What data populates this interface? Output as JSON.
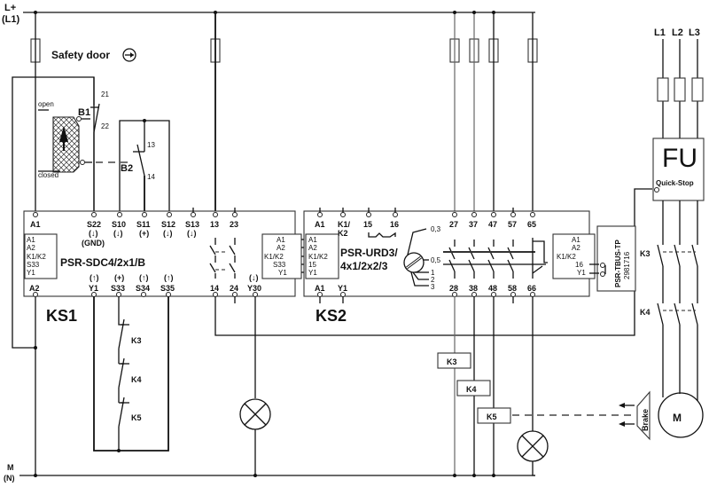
{
  "supply": {
    "positive": "L+",
    "positive_alt": "(L1)",
    "negative": "M",
    "negative_alt": "(N)",
    "phases": [
      "L1",
      "L2",
      "L3"
    ]
  },
  "safety_door": {
    "label": "Safety door",
    "state_open": "open",
    "state_closed": "closed",
    "switch_b1": "B1",
    "switch_b1_terminals": [
      "21",
      "22"
    ],
    "switch_b2": "B2",
    "switch_b2_terminals": [
      "13",
      "14"
    ]
  },
  "ks1": {
    "name": "KS1",
    "model": "PSR-SDC4/2x1/B",
    "top_terminals": [
      {
        "id": "A1",
        "sym": ""
      },
      {
        "id": "S22",
        "sym": "(↓)"
      },
      {
        "id": "S10",
        "sym": "(↓)"
      },
      {
        "id": "S11",
        "sym": "(+)"
      },
      {
        "id": "S12",
        "sym": "(↓)"
      },
      {
        "id": "S13",
        "sym": "(↓)"
      },
      {
        "id": "13",
        "sym": ""
      },
      {
        "id": "23",
        "sym": ""
      }
    ],
    "gnd_label": "(GND)",
    "bottom_terminals": [
      {
        "id": "A2",
        "sym": ""
      },
      {
        "id": "Y1",
        "sym": "(↑)"
      },
      {
        "id": "S33",
        "sym": "(+)"
      },
      {
        "id": "S34",
        "sym": "(↑)"
      },
      {
        "id": "S35",
        "sym": "(↑)"
      },
      {
        "id": "14",
        "sym": ""
      },
      {
        "id": "24",
        "sym": ""
      },
      {
        "id": "Y30",
        "sym": "(↓)"
      }
    ],
    "bus_left": [
      "A1",
      "A2",
      "K1/K2",
      "S33",
      "Y1"
    ],
    "bus_right": [
      "A1",
      "A2",
      "K1/K2",
      "S33",
      "Y1"
    ],
    "feedback_contacts": [
      "K3",
      "K4",
      "K5"
    ]
  },
  "ks2": {
    "name": "KS2",
    "model_line1": "PSR-URD3/",
    "model_line2": "4x1/2x2/3",
    "top_terminals": [
      "A1",
      "K1/",
      "15",
      "16",
      "27",
      "37",
      "47",
      "57",
      "65"
    ],
    "top_terminal_k_sub": "K2",
    "bottom_terminals": [
      "A1",
      "Y1",
      "28",
      "38",
      "48",
      "58",
      "66"
    ],
    "bus_left": [
      "A1",
      "A2",
      "K1/K2",
      "15",
      "Y1"
    ],
    "bus_right": [
      "A1",
      "A2",
      "K1/K2",
      "16",
      "Y1"
    ],
    "delay_settings": [
      "0,3",
      "0,5",
      "1",
      "2",
      "3"
    ]
  },
  "tbus": {
    "label": "PSR-TBUS-TP",
    "part_number": "2981716"
  },
  "drive": {
    "fu_label": "FU",
    "quick_stop": "Quick-Stop",
    "contactor_k3": "K3",
    "contactor_k4": "K4",
    "motor": "M",
    "brake": "Brake"
  },
  "coils": [
    "K3",
    "K4",
    "K5"
  ]
}
